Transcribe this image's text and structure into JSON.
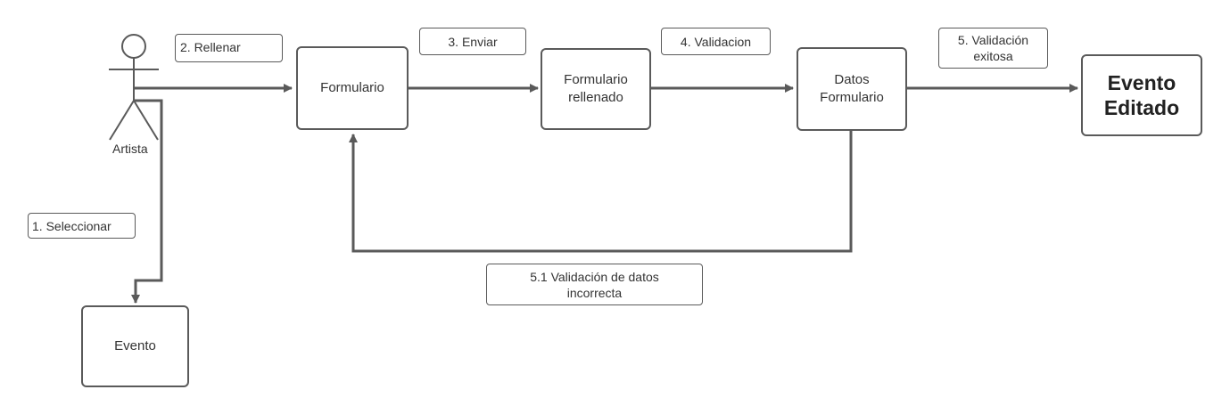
{
  "actor": {
    "name": "Artista"
  },
  "nodes": {
    "formulario": "Formulario",
    "formulario_rellenado": "Formulario\nrellenado",
    "datos_formulario": "Datos\nFormulario",
    "evento_editado": "Evento\nEditado",
    "evento": "Evento"
  },
  "labels": {
    "seleccionar": "1. Seleccionar",
    "rellenar": "2. Rellenar",
    "enviar": "3. Enviar",
    "validacion": "4. Validacion",
    "validacion_exitosa": "5. Validación\nexitosa",
    "validacion_incorrecta": "5.1 Validación de datos\nincorrecta"
  },
  "colors": {
    "line": "#5a5a5a",
    "text": "#333333"
  }
}
